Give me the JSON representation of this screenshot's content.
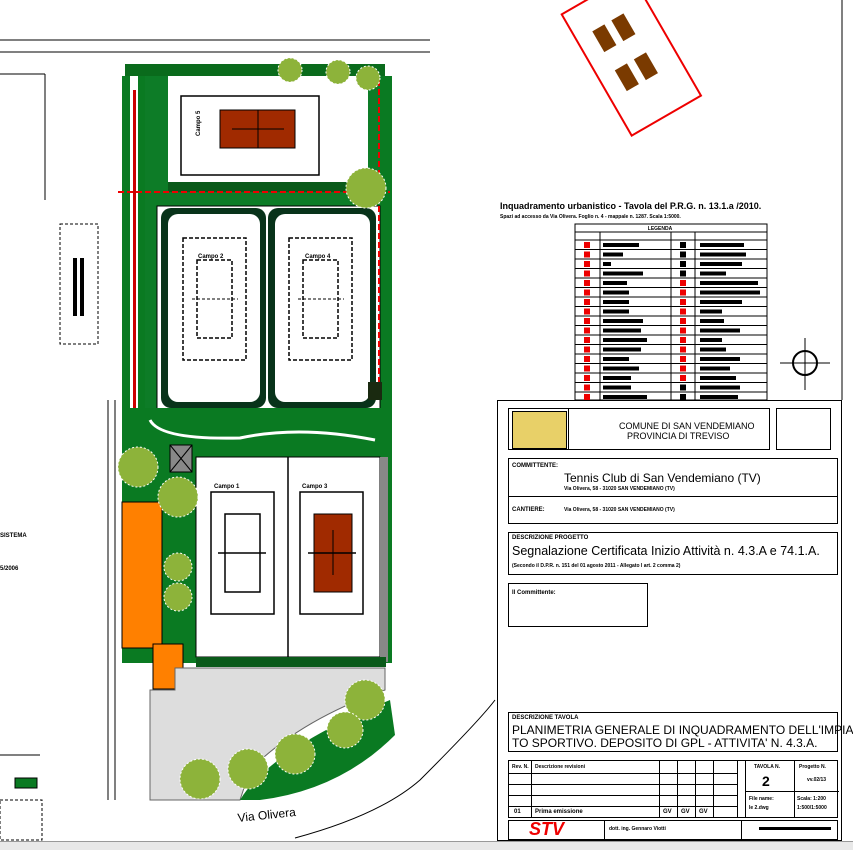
{
  "plan": {
    "street_label": "Via Olivera",
    "courts": [
      {
        "label": "Campo 5"
      },
      {
        "label": "Campo 2"
      },
      {
        "label": "Campo 4"
      },
      {
        "label": "Campo 1"
      },
      {
        "label": "Campo 3"
      }
    ],
    "left_fragments": [
      "SISTEMA",
      "5/2006"
    ]
  },
  "legend": {
    "title": "Inquadramento urbanistico - Tavola del P.R.G. n. 13.1.a /2010.",
    "subtitle": "Spazi ad accesso da Via Olivera. Foglio n. 4 - mappale n. 1287. Scala 1:5000.",
    "header": "LEGENDA"
  },
  "title_block": {
    "comune": "COMUNE DI SAN VENDEMIANO",
    "provincia": "PROVINCIA DI TREVISO",
    "committente_label": "COMMITTENTE:",
    "committente": "Tennis Club di San Vendemiano (TV)",
    "committente_address": "Via Olivera, 58 - 31020 SAN VENDEMIANO (TV)",
    "cantiere_label": "CANTIERE:",
    "cantiere_address": "Via Olivera, 58 - 31020 SAN VENDEMIANO (TV)",
    "progetto_label": "DESCRIZIONE PROGETTO",
    "progetto": "Segnalazione Certificata Inizio Attività n. 4.3.A e 74.1.A.",
    "progetto_note": "(Secondo il D.P.R. n. 151 del 01 agosto 2011 - Allegato I art. 2 comma 2)",
    "committente_sign_label": "Il Committente:",
    "tavola_label": "DESCRIZIONE TAVOLA",
    "tavola_desc_1": "PLANIMETRIA GENERALE DI INQUADRAMENTO DELL'IMPIAN-",
    "tavola_desc_2": "TO SPORTIVO. DEPOSITO DI GPL - ATTIVITA' N. 4.3.A.",
    "rev_label": "Rev. N.",
    "rev_desc_label": "Descrizione revisioni",
    "rev_number": "01",
    "rev_desc": "Prima emissione",
    "rev_initials": [
      "GV",
      "GV",
      "GV"
    ],
    "tavola_n_label": "TAVOLA N.",
    "tavola_n": "2",
    "progetto_n_label": "Progetto N.",
    "progetto_n": "vv.02/13",
    "file_label": "File name:",
    "file_value": "Ie 2.dwg",
    "scala_label": "Scala: 1:200",
    "scala_value": "1:500/1:5000",
    "studio_logo": "STV",
    "studio_name": "dott. ing. Gennaro Viotti"
  }
}
